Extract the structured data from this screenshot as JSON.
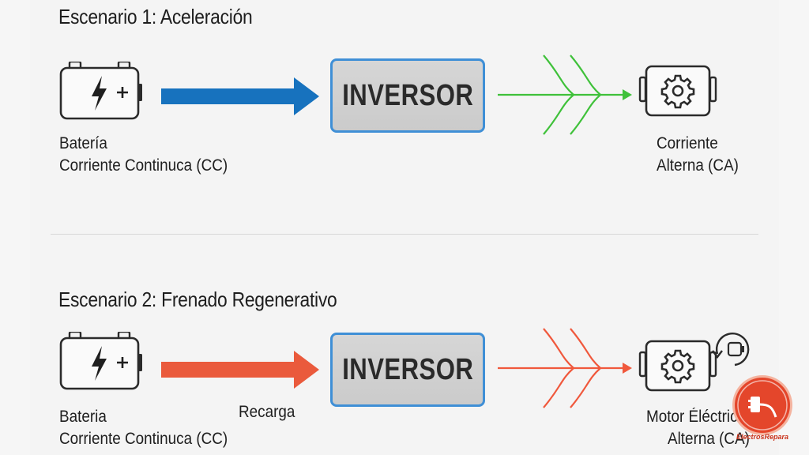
{
  "scenario1": {
    "title": "Escenario 1: Aceleración",
    "battery_label": [
      "Batería",
      "Corriente Continuca (CC)"
    ],
    "inverter_label": "INVERSOR",
    "motor_label": [
      "Corriente",
      "Alterna (CA)"
    ],
    "arrow_color": "#1772be",
    "wave_color": "#3fc13a"
  },
  "scenario2": {
    "title": "Escenario 2: Frenado Regenerativo",
    "battery_label": [
      "Bateria",
      "Corriente Continuca (CC)"
    ],
    "arrow_label": "Recarga",
    "inverter_label": "INVERSOR",
    "motor_label": [
      "Motor Éléctrico",
      "Alterna (CA)"
    ],
    "arrow_color": "#ea5a3c",
    "wave_color": "#f0583c"
  },
  "icons": [
    "battery-icon",
    "bolt-icon",
    "gear-icon",
    "motor-icon",
    "rotation-icon"
  ],
  "watermark": {
    "text": "ElectrosRepara",
    "color": "#e4462b"
  }
}
